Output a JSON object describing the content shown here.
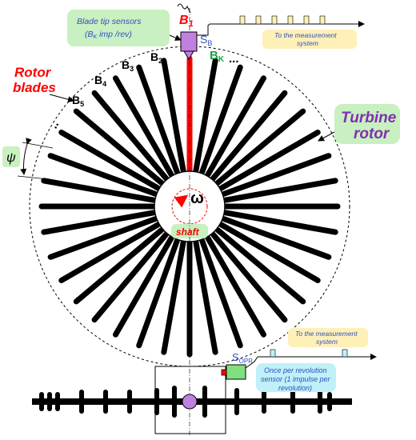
{
  "labels": {
    "blade_tip_sensors_line1": "Blade tip sensors",
    "blade_tip_sensors_line2": "(B",
    "blade_tip_sensors_sub": "K",
    "blade_tip_sensors_line2_rest": " imp /rev)",
    "b1": "B",
    "b1_sub": "1",
    "sb": "S",
    "sb_sub": "B",
    "to_measurement_top": "To the measurement",
    "to_measurement_top2": "system",
    "rotor_blades_line1": "Rotor",
    "rotor_blades_line2": "blades",
    "b5": "B",
    "b5_sub": "5",
    "b4": "B",
    "b4_sub": "4",
    "b3": "B",
    "b3_sub": "3",
    "b2": "B",
    "b2_sub": "2",
    "bk": "B",
    "bk_sub": "K",
    "bk_dots": "...",
    "left_dots": "..",
    "psi": "ψ",
    "turbine_rotor_line1": "Turbine",
    "turbine_rotor_line2": "rotor",
    "omega": "ω",
    "shaft": "shaft",
    "to_measurement_bottom": "To the measurement",
    "to_measurement_bottom2": "system",
    "sopr": "S",
    "sopr_sub": "OPR",
    "once_per_rev_line1": "Once per revolution",
    "once_per_rev_line2": "sensor (1 impulse per",
    "once_per_rev_line3": "revolution)"
  },
  "colors": {
    "blade": "#000000",
    "blade_b1": "#ff0000",
    "sensor_box": "#c080e0",
    "green_box": "#c8f0c0",
    "yellow_box": "#fff0b8",
    "cyan_box": "#c0f0f8",
    "red_text": "#ff0000",
    "purple_text": "#8030b0",
    "green_text": "#20a040",
    "blue_text": "#3050c0"
  },
  "blade_count": 36
}
